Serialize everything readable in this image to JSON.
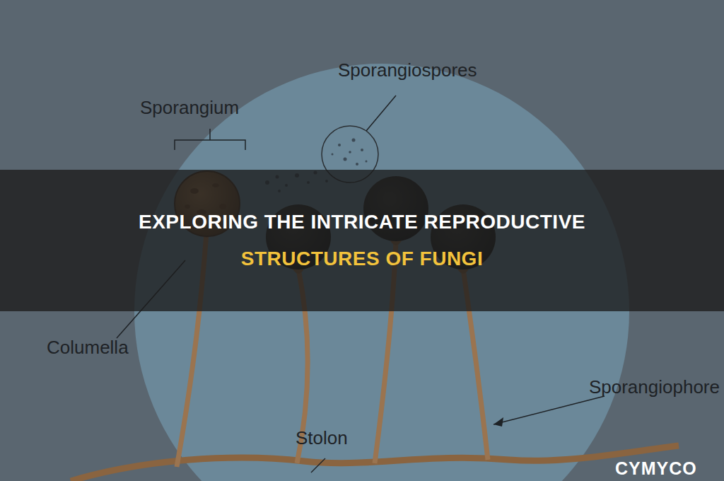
{
  "diagram": {
    "title": "EXPLORING THE INTRICATE REPRODUCTIVE STRUCTURES OF FUNGI",
    "labels": [
      "Sporangiospores",
      "Sporangium",
      "Columella",
      "Sporangiophore",
      "Stolon",
      "CYMYCO"
    ]
  }
}
